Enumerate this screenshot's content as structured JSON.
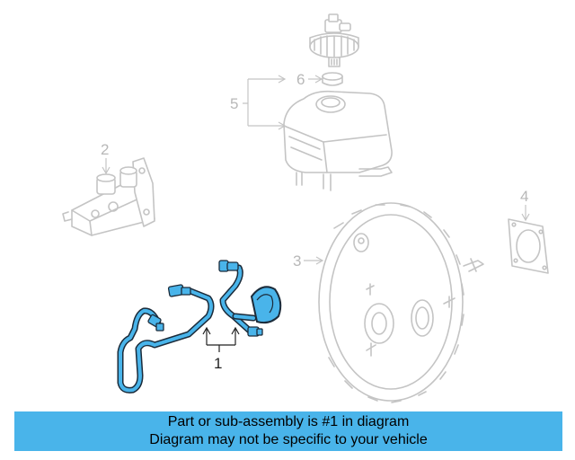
{
  "callouts": {
    "c1": "1",
    "c2": "2",
    "c3": "3",
    "c4": "4",
    "c5": "5",
    "c6": "6"
  },
  "banner": {
    "line1": "Part or sub-assembly is #1 in diagram",
    "line2": "Diagram may not be specific to your vehicle"
  },
  "colors": {
    "highlight": "#49b4ea",
    "faded": "#c4c4c4",
    "banner": "#49b4ea"
  }
}
